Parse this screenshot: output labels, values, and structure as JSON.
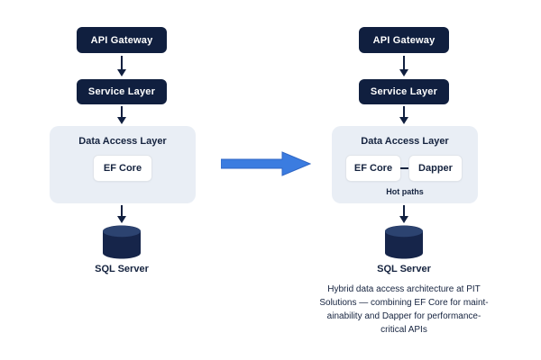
{
  "colors": {
    "navy": "#101f3f",
    "panel_bg": "#e9eef5",
    "transform_arrow_blue": "#3b7ce0",
    "text_dark": "#15233f",
    "white_box": "#ffffff"
  },
  "left": {
    "api_gateway": "API Gateway",
    "service_layer": "Service Layer",
    "dal_title": "Data Access Layer",
    "ef_core": "EF Core",
    "db_label": "SQL Server"
  },
  "right": {
    "api_gateway": "API Gateway",
    "service_layer": "Service Layer",
    "dal_title": "Data Access Layer",
    "ef_core": "EF Core",
    "dapper": "Dapper",
    "hot_paths": "Hot paths",
    "db_label": "SQL Server"
  },
  "caption": {
    "lines": [
      "Hybrid data access architecture at PIT",
      "Solutions — combining EF Core for maint-",
      "ainability and Dapper for performance-",
      "critical APIs"
    ]
  }
}
